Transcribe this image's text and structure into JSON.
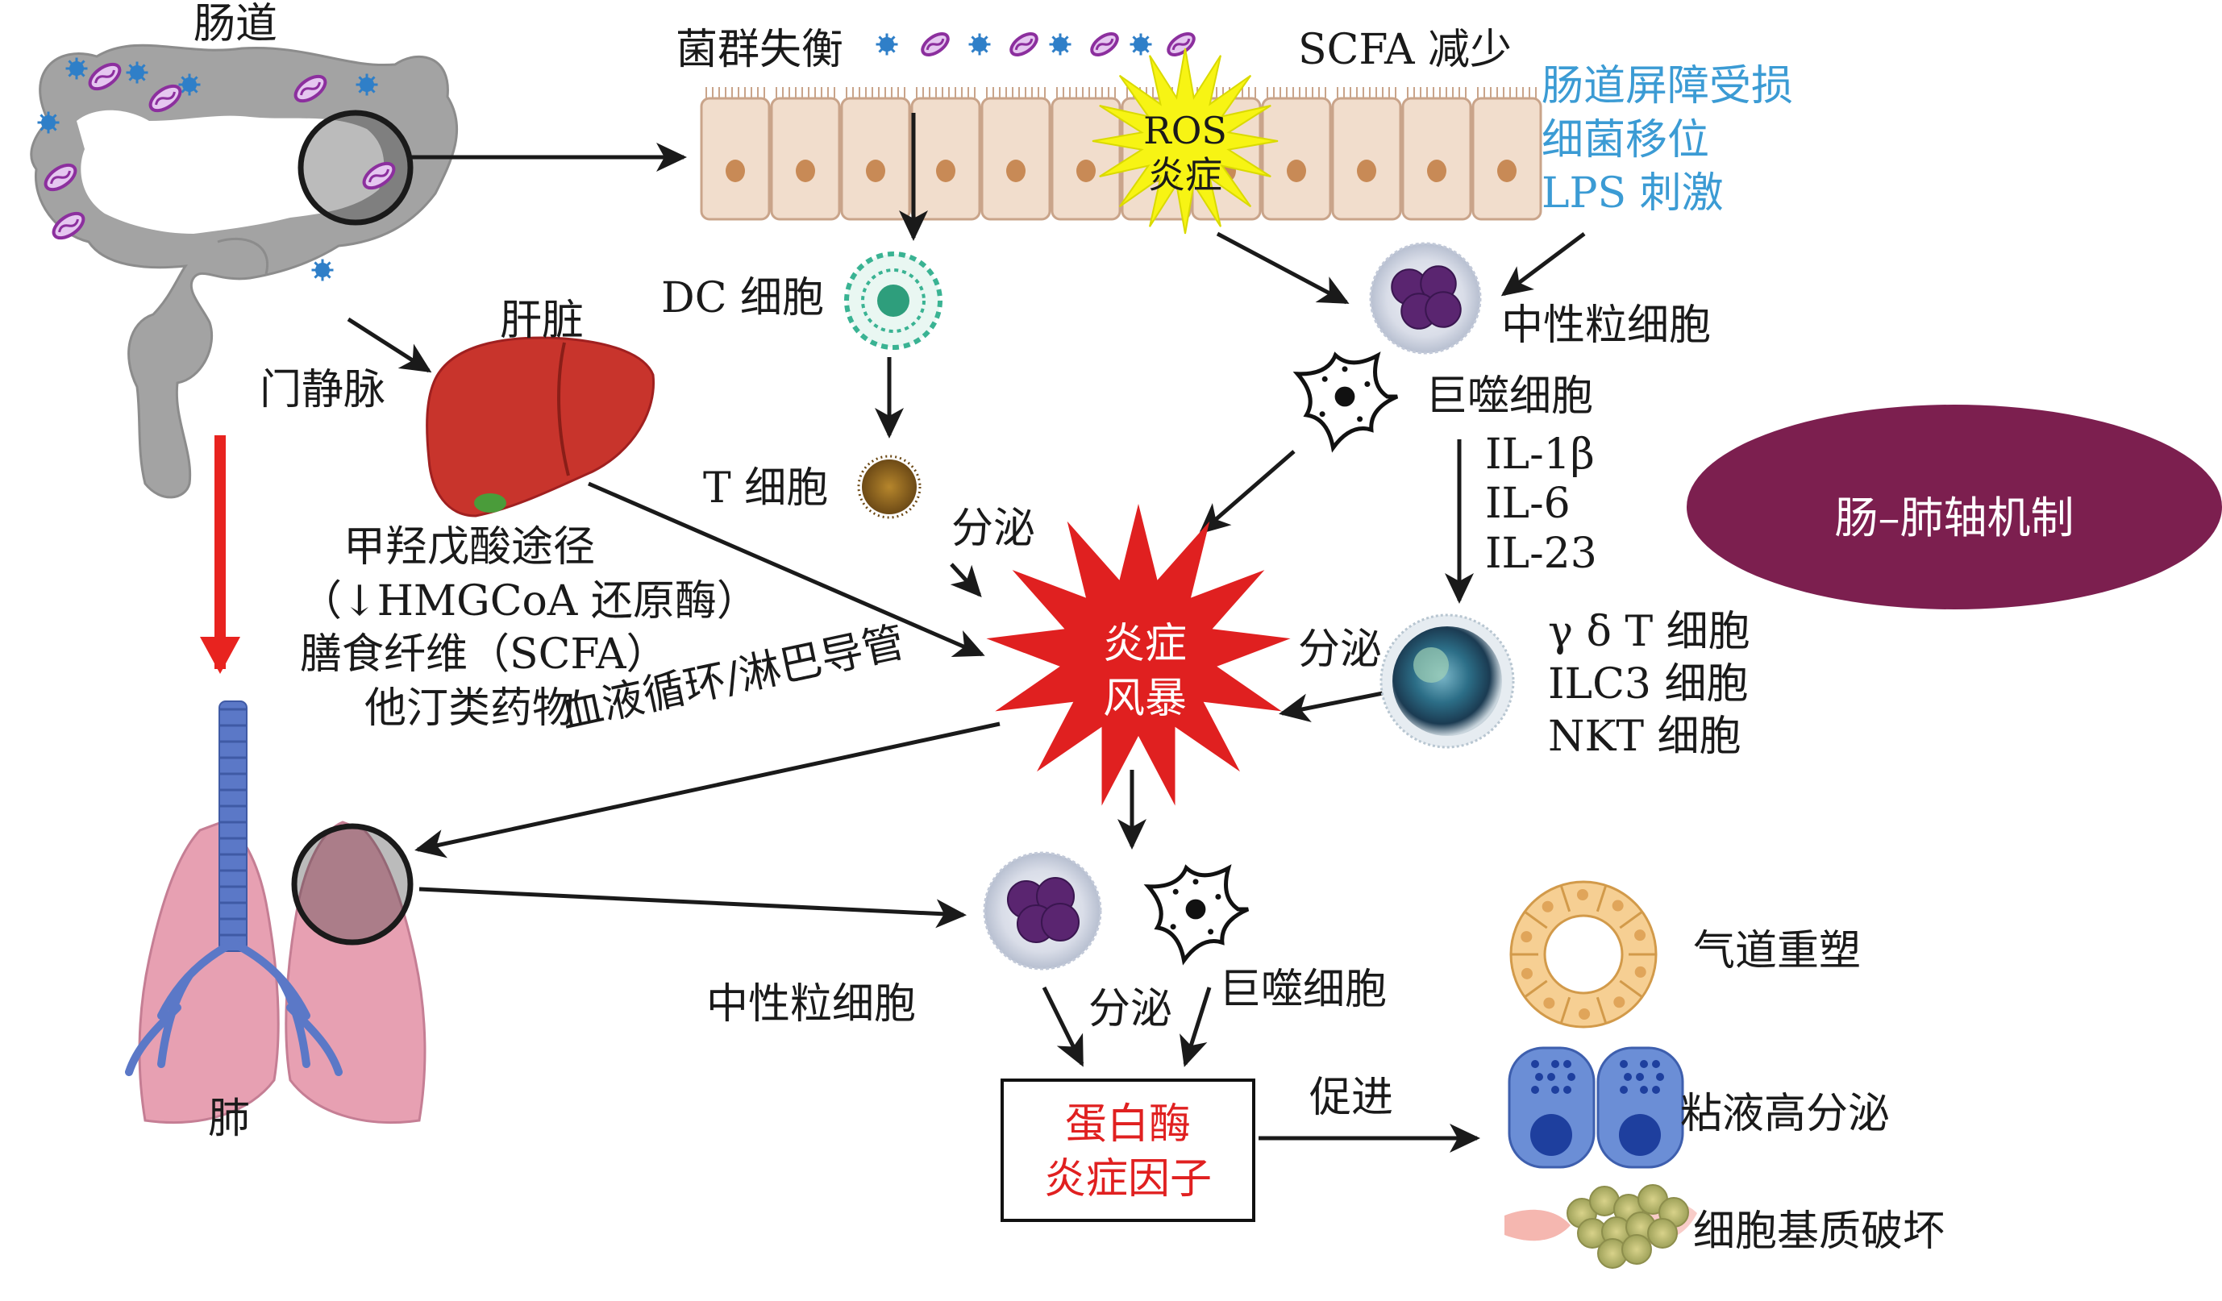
{
  "colors": {
    "arrow": "#1a1a1a",
    "red_arrow": "#e8231f",
    "blue_text": "#3b9bd4",
    "storm_red": "#e02020",
    "pill_bg": "#7c1f4f",
    "liver": "#c8342c",
    "lung": "#e7a0b2",
    "trachea": "#5b78c7",
    "intestine": "#a0a0a0"
  },
  "organs": {
    "intestine": "肠道",
    "liver": "肝脏",
    "lung": "肺",
    "portal_vein": "门静脉"
  },
  "gut": {
    "dysbiosis": "菌群失衡",
    "scfa_decrease": "SCFA 减少",
    "ros_line1": "ROS",
    "ros_line2": "炎症",
    "barrier": [
      "肠道屏障受损",
      "细菌移位",
      "LPS 刺激"
    ]
  },
  "cells": {
    "dc": "DC 细胞",
    "t": "T 细胞",
    "neutrophil_top": "中性粒细胞",
    "macrophage_top": "巨噬细胞",
    "neutrophil_bottom": "中性粒细胞",
    "macrophage_bottom": "巨噬细胞",
    "innate_list": [
      "γ δ T 细胞",
      "ILC3 细胞",
      "NKT 细胞"
    ]
  },
  "cytokines": [
    "IL-1β",
    "IL-6",
    "IL-23"
  ],
  "secrete": {
    "s1": "分泌",
    "s2": "分泌",
    "s3": "分泌"
  },
  "storm": {
    "line1": "炎症",
    "line2": "风暴"
  },
  "liver_pathway": [
    "甲羟戊酸途径",
    "（↓HMGCoA 还原酶）",
    "膳食纤维（SCFA）",
    "他汀类药物"
  ],
  "route": "血液循环/淋巴导管",
  "protease_box": {
    "line1": "蛋白酶",
    "line2": "炎症因子"
  },
  "promote": "促进",
  "outcomes": [
    "气道重塑",
    "粘液高分泌",
    "细胞基质破坏"
  ],
  "axis_label": "肠–肺轴机制",
  "icons": {
    "bacteria_blue": "bacterium-spiky-icon",
    "bacteria_purple": "bacterium-rod-icon",
    "dc": "dendritic-cell-icon",
    "t_cell": "t-cell-icon",
    "neutrophil": "neutrophil-icon",
    "macrophage": "macrophage-icon",
    "innate": "lymphocyte-icon",
    "ros_burst": "ros-burst-icon",
    "storm_burst": "storm-burst-icon",
    "ring_cells": "airway-ring-icon",
    "goblet": "goblet-cell-icon",
    "matrix": "matrix-icon"
  }
}
